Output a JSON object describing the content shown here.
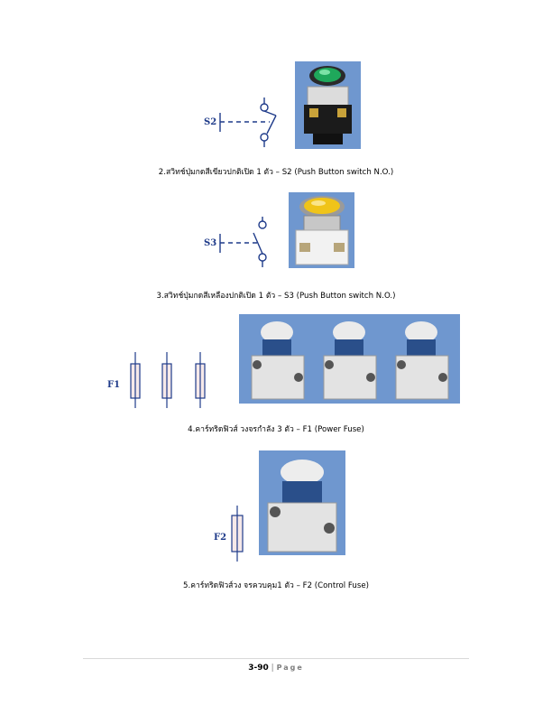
{
  "items": [
    {
      "symbol": "S2",
      "caption": "2.สวิทช์ปุ่มกดสีเขียวปกติเปิด 1 ตัว – S2 (Push Button switch N.O.)"
    },
    {
      "symbol": "S3",
      "caption": "3.สวิทช์ปุ่มกดสีเหลืองปกติเปิด 1 ตัว – S3 (Push Button switch N.O.)"
    },
    {
      "symbol": "F1",
      "caption": "4.คาร์ทริดฟิวส์ วงจรกำลัง 3 ตัว – F1 (Power Fuse)"
    },
    {
      "symbol": "F2",
      "caption": "5.คาร์ทริดฟิวส์วง จรควบคุม1 ตัว – F2 (Control Fuse)"
    }
  ],
  "footer": {
    "page_number": "3-90",
    "separator": "|",
    "page_word": "Page"
  },
  "colors": {
    "symbol": "#1f3b8a",
    "photo_bg": "#6f97cf",
    "green_button": "#1fa85b",
    "yellow_button": "#f0c419"
  }
}
